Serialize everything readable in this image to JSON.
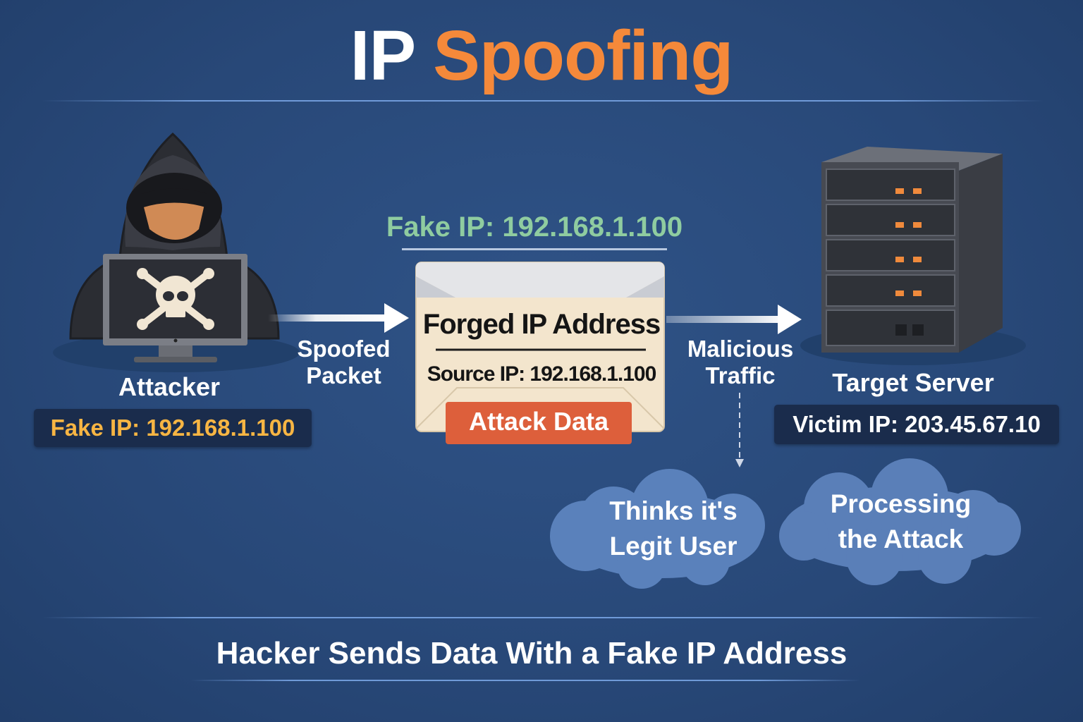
{
  "title": {
    "part1": "IP",
    "part2": "Spoofing"
  },
  "attacker": {
    "label": "Attacker",
    "ip_badge": "Fake IP: 192.168.1.100"
  },
  "arrow1_label": {
    "line1": "Spoofed",
    "line2": "Packet"
  },
  "packet": {
    "header": "Fake IP: 192.168.1.100",
    "heading": "Forged IP Address",
    "source": "Source IP: 192.168.1.100",
    "payload": "Attack Data"
  },
  "arrow2_label": {
    "line1": "Malicious",
    "line2": "Traffic"
  },
  "server": {
    "label": "Target Server",
    "ip_badge": "Victim IP: 203.45.67.10"
  },
  "clouds": [
    {
      "line1": "Thinks it's",
      "line2": "Legit User"
    },
    {
      "line1": "Processing",
      "line2": "the Attack"
    }
  ],
  "caption": "Hacker Sends Data With a Fake IP Address",
  "colors": {
    "background": "#284878",
    "accent": "#f5893a",
    "header_green": "#8fcca0",
    "fake_ip": "#f7b543",
    "payload": "#dd5f3b"
  }
}
